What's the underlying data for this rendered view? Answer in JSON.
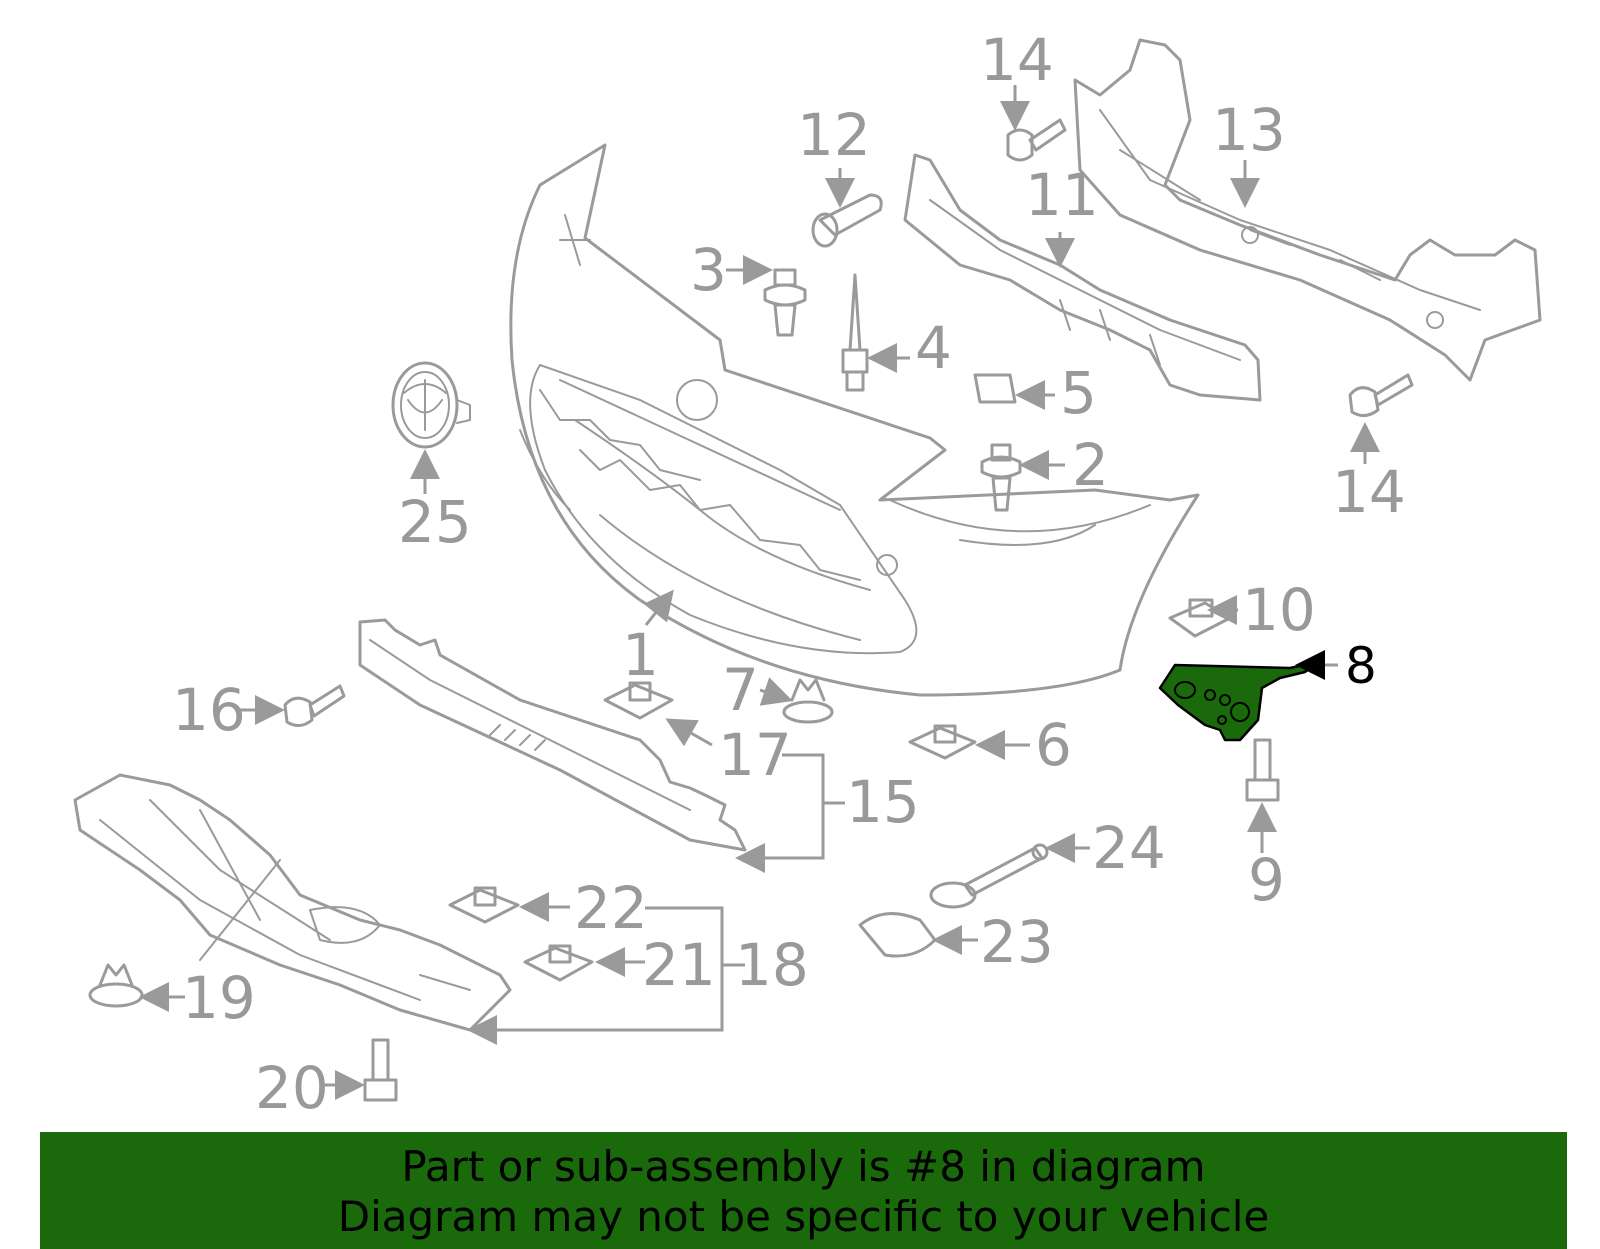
{
  "callouts": [
    "1",
    "2",
    "3",
    "4",
    "5",
    "6",
    "7",
    "8",
    "9",
    "10",
    "11",
    "12",
    "13",
    "14",
    "14",
    "15",
    "16",
    "17",
    "18",
    "19",
    "20",
    "21",
    "22",
    "23",
    "24",
    "25"
  ],
  "highlight_part": "8",
  "colors": {
    "highlight_fill": "#1a6a0c",
    "banner_bg": "#1a6a0c",
    "line_gray": "#9a9a9a"
  },
  "banner": {
    "line1": "Part or sub-assembly is #8 in diagram",
    "line2": "Diagram may not be specific to your vehicle"
  }
}
